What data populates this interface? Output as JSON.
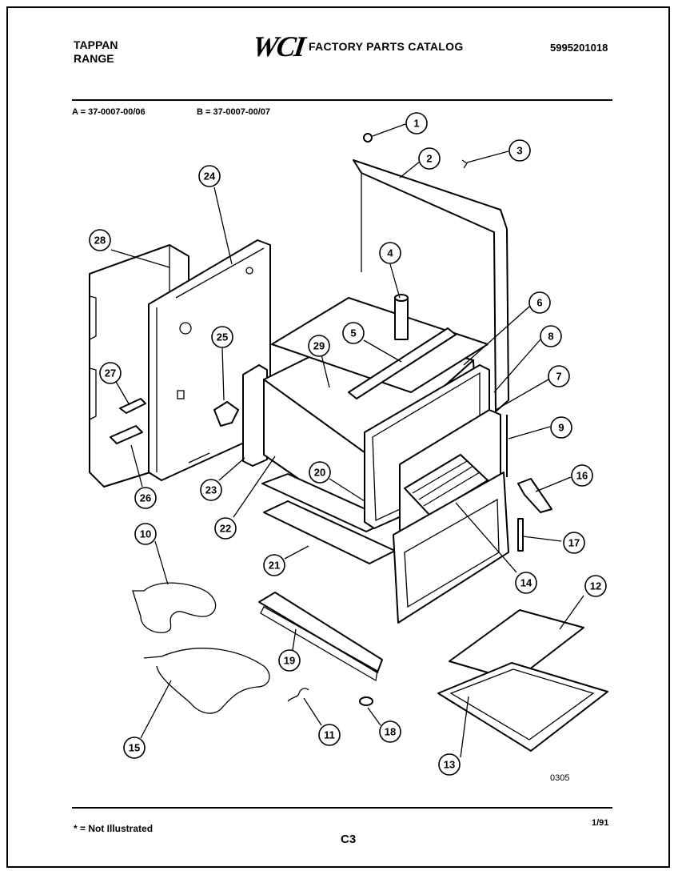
{
  "header": {
    "brand_line1": "TAPPAN",
    "brand_line2": "RANGE",
    "logo": "WCI",
    "catalog_title": "FACTORY PARTS CATALOG",
    "catalog_number": "5995201018"
  },
  "models": {
    "a": "A = 37-0007-00/06",
    "b": "B = 37-0007-00/07"
  },
  "callouts": [
    "1",
    "2",
    "3",
    "4",
    "5",
    "6",
    "7",
    "8",
    "9",
    "10",
    "11",
    "12",
    "13",
    "14",
    "15",
    "16",
    "17",
    "18",
    "19",
    "20",
    "21",
    "22",
    "23",
    "24",
    "25",
    "26",
    "27",
    "28",
    "29"
  ],
  "figure_number": "0305",
  "footer": {
    "footnote": "* = Not Illustrated",
    "page": "C3",
    "date": "1/91"
  }
}
